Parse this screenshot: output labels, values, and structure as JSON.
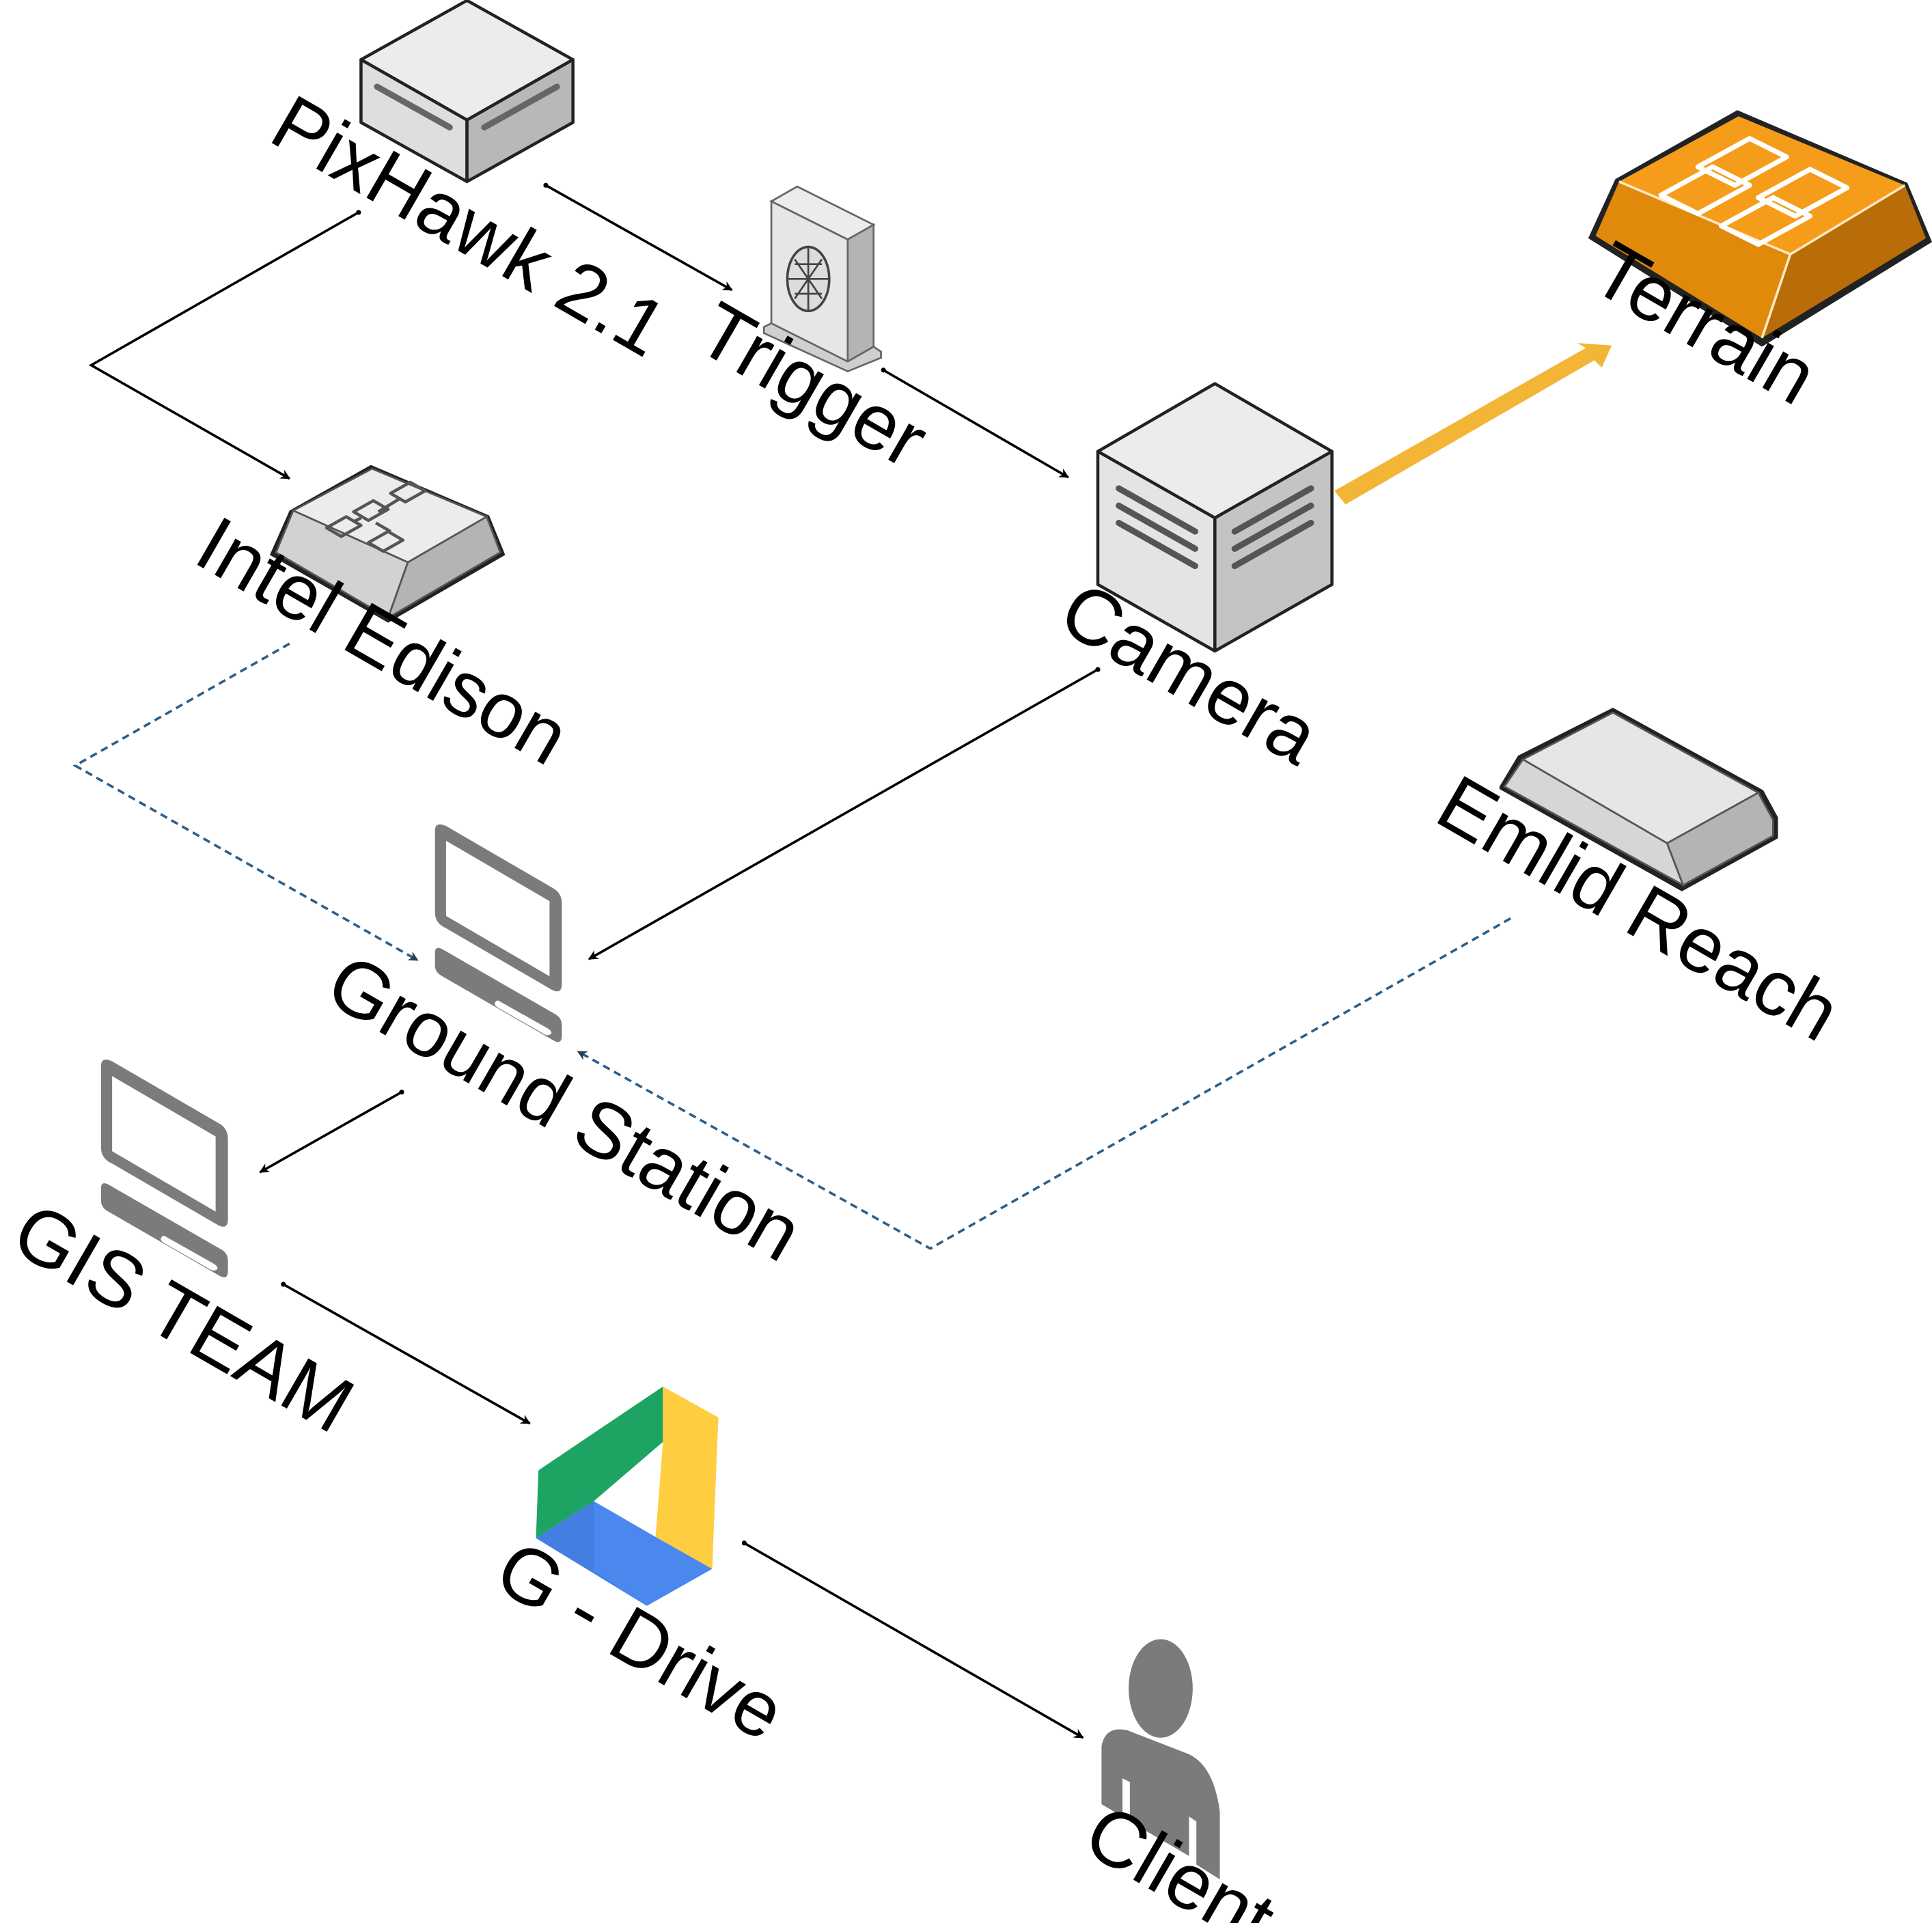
{
  "nodes": {
    "pixhawk": {
      "label": "PixHawk 2.1",
      "icon": "flight-controller-box-icon"
    },
    "trigger": {
      "label": "Trigger",
      "icon": "trigger-module-icon"
    },
    "intel_edison": {
      "label": "Intel Edison",
      "icon": "intel-edison-module-icon"
    },
    "camera": {
      "label": "Camera",
      "icon": "camera-server-box-icon"
    },
    "terrain": {
      "label": "Terrain",
      "icon": "terrain-grid-block-icon"
    },
    "emlid_reach": {
      "label": "Emlid Reach",
      "icon": "gnss-receiver-box-icon"
    },
    "ground_station": {
      "label": "Ground Station",
      "icon": "desktop-computer-icon"
    },
    "gis_team": {
      "label": "GIS TEAM",
      "icon": "desktop-computer-icon"
    },
    "gdrive": {
      "label": "G - Drive",
      "icon": "google-drive-icon"
    },
    "client": {
      "label": "Client",
      "icon": "person-icon"
    }
  },
  "colors": {
    "arrow": "#000000",
    "dashed_arrow": "#2c5f8a",
    "terrain_arrow": "#f2b535",
    "terrain_top": "#f59c1a",
    "terrain_side_left": "#e0890b",
    "terrain_side_right": "#b86d08",
    "device_light": "#e8e8e8",
    "device_mid": "#d2d2d2",
    "device_dark": "#b4b4b4",
    "computer_gray": "#7b7b7b",
    "drive_green": "#1da462",
    "drive_yellow": "#ffcd40",
    "drive_blue": "#4a88ee"
  },
  "connections": [
    {
      "from": "PixHawk 2.1",
      "to": "Trigger",
      "style": "solid"
    },
    {
      "from": "PixHawk 2.1",
      "to": "Intel Edison",
      "style": "solid"
    },
    {
      "from": "Trigger",
      "to": "Camera",
      "style": "solid"
    },
    {
      "from": "Camera",
      "to": "Terrain",
      "style": "thick"
    },
    {
      "from": "Camera",
      "to": "Ground Station",
      "style": "solid"
    },
    {
      "from": "Intel Edison",
      "to": "Ground Station",
      "style": "dashed"
    },
    {
      "from": "Emlid Reach",
      "to": "Ground Station",
      "style": "dashed"
    },
    {
      "from": "Ground Station",
      "to": "GIS TEAM",
      "style": "solid"
    },
    {
      "from": "GIS TEAM",
      "to": "G - Drive",
      "style": "solid"
    },
    {
      "from": "G - Drive",
      "to": "Client",
      "style": "solid"
    }
  ]
}
